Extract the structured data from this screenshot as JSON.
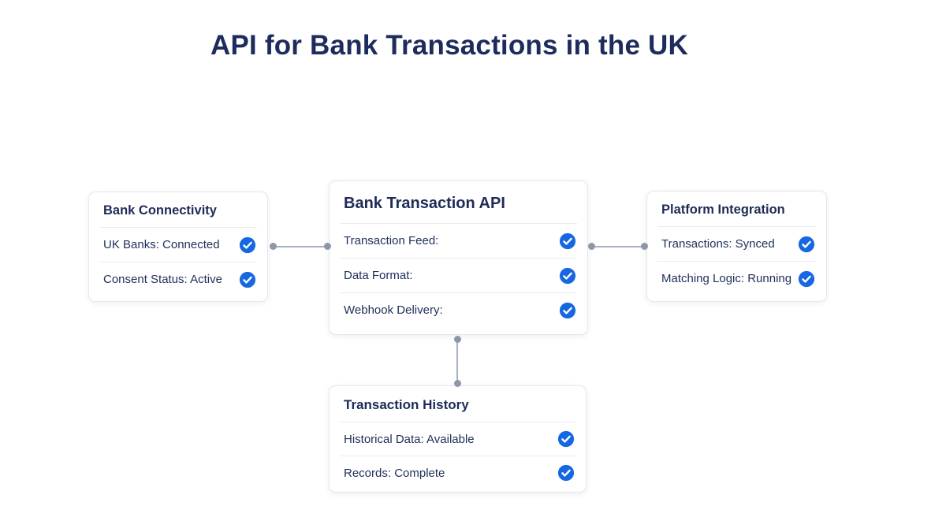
{
  "title": "API for Bank Transactions in the UK",
  "colors": {
    "title_text": "#1d2c5c",
    "card_heading_text": "#1e2b56",
    "item_text": "#20315a",
    "check_circle": "#1667e2",
    "check_mark": "#ffffff",
    "connector": "#a9b0c0",
    "connector_dot": "#8e97aa",
    "card_border": "#e4e7ed",
    "background": "#ffffff"
  },
  "cards": [
    {
      "title": "Bank Connectivity",
      "items": [
        {
          "label": "UK Banks: Connected",
          "status_icon": "check-circle"
        },
        {
          "label": "Consent Status: Active",
          "status_icon": "check-circle"
        }
      ]
    },
    {
      "title": "Bank Transaction API",
      "items": [
        {
          "label": "Transaction Feed:",
          "status_icon": "check-circle"
        },
        {
          "label": "Data Format:",
          "status_icon": "check-circle"
        },
        {
          "label": "Webhook Delivery:",
          "status_icon": "check-circle"
        }
      ]
    },
    {
      "title": "Platform Integration",
      "items": [
        {
          "label": "Transactions: Synced",
          "status_icon": "check-circle"
        },
        {
          "label": "Matching Logic: Running",
          "status_icon": "check-circle"
        }
      ]
    },
    {
      "title": "Transaction History",
      "items": [
        {
          "label": "Historical Data: Available",
          "status_icon": "check-circle"
        },
        {
          "label": "Records: Complete",
          "status_icon": "check-circle"
        }
      ]
    }
  ]
}
